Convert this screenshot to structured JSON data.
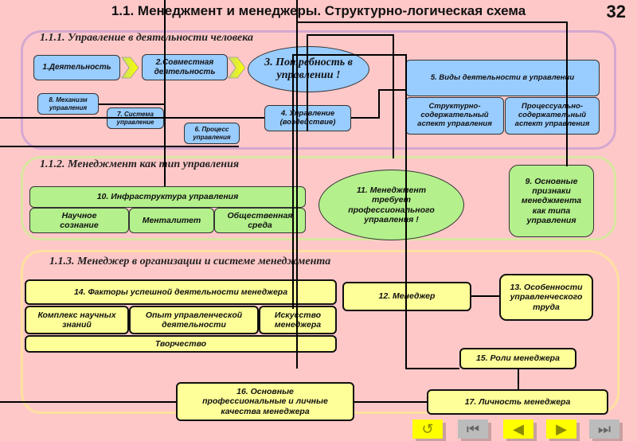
{
  "header": {
    "title": "1.1. Менеджмент и менеджеры. Структурно-логическая схема",
    "page_number": "32"
  },
  "section1": {
    "title": "1.1.1. Управление в деятельности человека",
    "nodes": {
      "activity": "1.Деятельность",
      "joint_activity": "2.Совместная деятельность",
      "need": "3. Потребность в управлении !",
      "management": "4. Управление (воздействие)",
      "types": "5. Виды деятельности в управлении",
      "structural": "Структурно-содержательный аспект управления",
      "process_aspect": "Процессуально-содержательный аспект управления",
      "process": "6. Процесс управления",
      "system": "7. Система управление",
      "mechanism": "8. Механизм управления"
    }
  },
  "section2": {
    "title": "1.1.2. Менеджмент как тип управления",
    "nodes": {
      "infrastructure": "10. Инфраструктура управления",
      "science": "Научное сознание",
      "mentality": "Менталитет",
      "environment": "Общественная среда",
      "requires": "11. Менеджмент требует профессионального управления !",
      "features": "9. Основные признаки менеджмента как типа управления"
    }
  },
  "section3": {
    "title": "1.1.3. Менеджер в организации и системе менеджмента",
    "nodes": {
      "factors": "14. Факторы успешной деятельности менеджера",
      "knowledge": "Комплекс научных знаний",
      "experience": "Опыт управленческой деятельности",
      "art": "Искусство менеджера",
      "creativity": "Творчество",
      "manager": "12. Менеджер",
      "labor": "13. Особенности управленческого труда",
      "roles": "15. Роли менеджера",
      "qualities": "16. Основные профессиональные и личные качества менеджера",
      "personality": "17. Личность менеджера"
    }
  },
  "navigation": {
    "return": "↺",
    "first": "⏮",
    "prev": "◀",
    "next": "▶",
    "last": "⏭"
  }
}
